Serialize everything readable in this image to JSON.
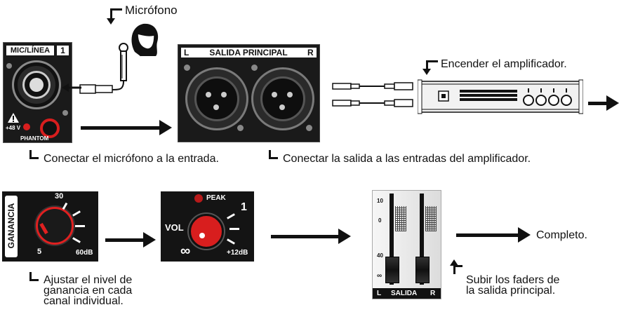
{
  "labels": {
    "microphone": "Micrófono",
    "mic_line": "MIC/LÍNEA",
    "channel": "1",
    "phantom_volts": "+48 V",
    "phantom": "PHANTOM",
    "main_out_l": "L",
    "main_out": "SALIDA PRINCIPAL",
    "main_out_r": "R",
    "amp_power": "Encender el amplificador.",
    "connect_mic": "Conectar el micrófono a la entrada.",
    "connect_out": "Conectar la salida a las entradas del amplificador.",
    "gain": "GANANCIA",
    "gain_30": "30",
    "gain_5": "5",
    "gain_60": "60dB",
    "peak": "PEAK",
    "vol": "VOL",
    "vol_channel": "1",
    "vol_inf": "∞",
    "vol_max": "+12dB",
    "adjust_line1": "Ajustar el nivel de",
    "adjust_line2": "ganancia en cada",
    "adjust_line3": "canal individual.",
    "complete": "Completo.",
    "raise_line1": "Subir los faders de",
    "raise_line2": "la salida principal.",
    "fader_10": "10",
    "fader_0": "0",
    "fader_40": "40",
    "fader_inf": "∞",
    "fader_l": "L",
    "fader_salida": "SALIDA",
    "fader_r": "R"
  },
  "colors": {
    "panel": "#1a1a1a",
    "knob_red": "#e02020",
    "amp_body": "#f2f2f2"
  }
}
